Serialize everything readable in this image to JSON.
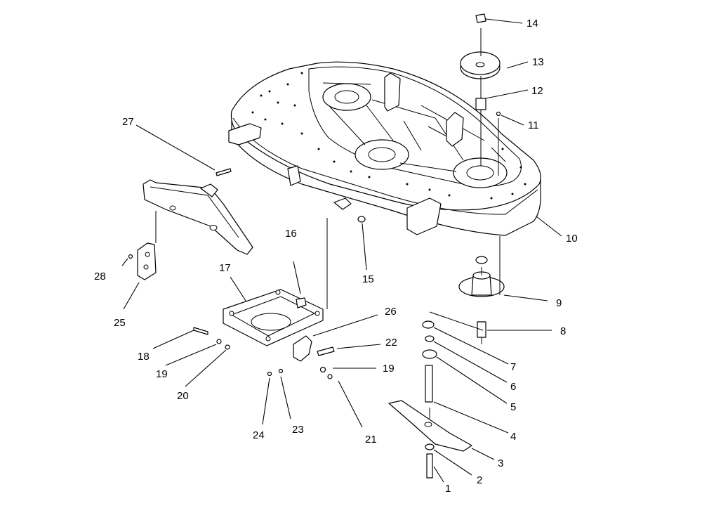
{
  "callouts": [
    "1",
    "2",
    "3",
    "4",
    "5",
    "6",
    "7",
    "8",
    "9",
    "10",
    "11",
    "12",
    "13",
    "14",
    "15",
    "16",
    "17",
    "18",
    "19",
    "19",
    "20",
    "21",
    "22",
    "23",
    "24",
    "25",
    "26",
    "27",
    "28"
  ]
}
